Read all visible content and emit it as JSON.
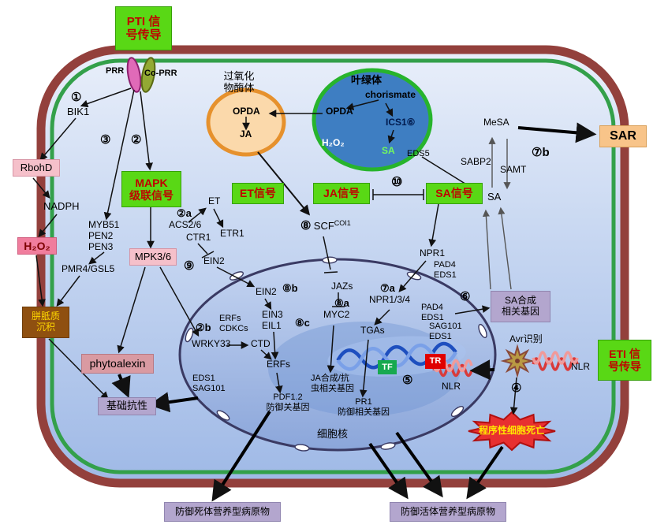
{
  "boxes": {
    "pti": "PTI 信\n号传导",
    "mapk": "MAPK\n级联信号",
    "et_sig": "ET信号",
    "ja_sig": "JA信号",
    "sa_sig": "SA信号",
    "eti": "ETI 信\n号传导",
    "sar": "SAR",
    "rbohd": "RbohD",
    "h2o2": "H₂O₂",
    "mpk36": "MPK3/6",
    "callose": "胼胝质\n沉积",
    "phytoalexin": "phytoalexin",
    "basal": "基础抗性",
    "sa_genes": "SA合成\n相关基因",
    "tf": "TF",
    "tr": "TR",
    "pcd": "程序性细胞死亡",
    "necrotroph": "防御死体营养型病原物",
    "biotroph": "防御活体营养型病原物"
  },
  "labels": {
    "prr": "PRR",
    "co_prr": "Co-PRR",
    "n1": "①",
    "bik1": "BIK1",
    "n3": "③",
    "n2": "②",
    "nadph": "NADPH",
    "myb_group": "MYB51\nPEN2\nPEN3",
    "pmr4": "PMR4/GSL5",
    "perox": "过氧化\n物酶体",
    "opda_p": "OPDA",
    "ja_p": "JA",
    "chloroplast": "叶绿体",
    "chorismate": "chorismate",
    "opda_c": "OPDA",
    "ics1": "ICS1⑥",
    "h2o2_c": "H₂O₂",
    "sa_c": "SA",
    "eds5": "EDS5",
    "mesa": "MeSA",
    "n7b": "⑦b",
    "sabp2": "SABP2",
    "samt": "SAMT",
    "sa_free": "SA",
    "n10": "⑩",
    "et": "ET",
    "n2a": "②a",
    "acs26": "ACS2/6",
    "ctr1": "CTR1",
    "etr1": "ETR1",
    "n9": "⑨",
    "ein2_out": "EIN2",
    "n8": "⑧",
    "scf": "SCF",
    "coi1": "COI1",
    "npr1": "NPR1",
    "pad4eds1_a": "PAD4\nEDS1",
    "ein2_in": "EIN2",
    "n8b": "⑧b",
    "jazs": "JAZs",
    "n8a": "⑧a",
    "ein3eil1": "EIN3\nEIL1",
    "n8c": "⑧c",
    "myc2": "MYC2",
    "n2b": "②b",
    "erfs_cdkcs": "ERFs\nCDKCs",
    "wrky33": "WRKY33",
    "ctd": "CTD",
    "erfs": "ERFs",
    "tgas": "TGAs",
    "n7a": "⑦a",
    "npr134": "NPR1/3/4",
    "pad4eds1_b": "PAD4\nEDS1",
    "sag101eds1": "SAG101\nEDS1",
    "n5": "⑤",
    "pdf12": "PDF1.2\n防御关基因",
    "ja_genes": "JA合成/抗\n虫相关基因",
    "pr1": "PR1\n防御相关基因",
    "nucleus": "细胞核",
    "n6": "⑥",
    "avr": "Avr识别",
    "nlr_r": "NLR",
    "nlr_l": "NLR",
    "n4": "④",
    "eds1sag101": "EDS1\nSAG101"
  },
  "colors": {
    "green_box": "#59d815",
    "box_text_red": "#c00000",
    "purple_box": "#b3a6ce",
    "pink_box": "#f5c0ca",
    "deep_pink_box": "#f07d9d",
    "brown_box": "#8f5010",
    "sar_box": "#f8c489",
    "tf_green": "#17a94f",
    "tr_red": "#e00000",
    "pcd_text": "#ffe800",
    "membrane": "#93403c",
    "cell_wall_inner": "#33a04a",
    "chloroplast_fill": "#3e7ec2",
    "chloroplast_stroke": "#27b42c",
    "peroxisome_fill": "#fbd9ab",
    "peroxisome_stroke": "#e6912d",
    "nucleus_stroke": "#3a3a63"
  }
}
